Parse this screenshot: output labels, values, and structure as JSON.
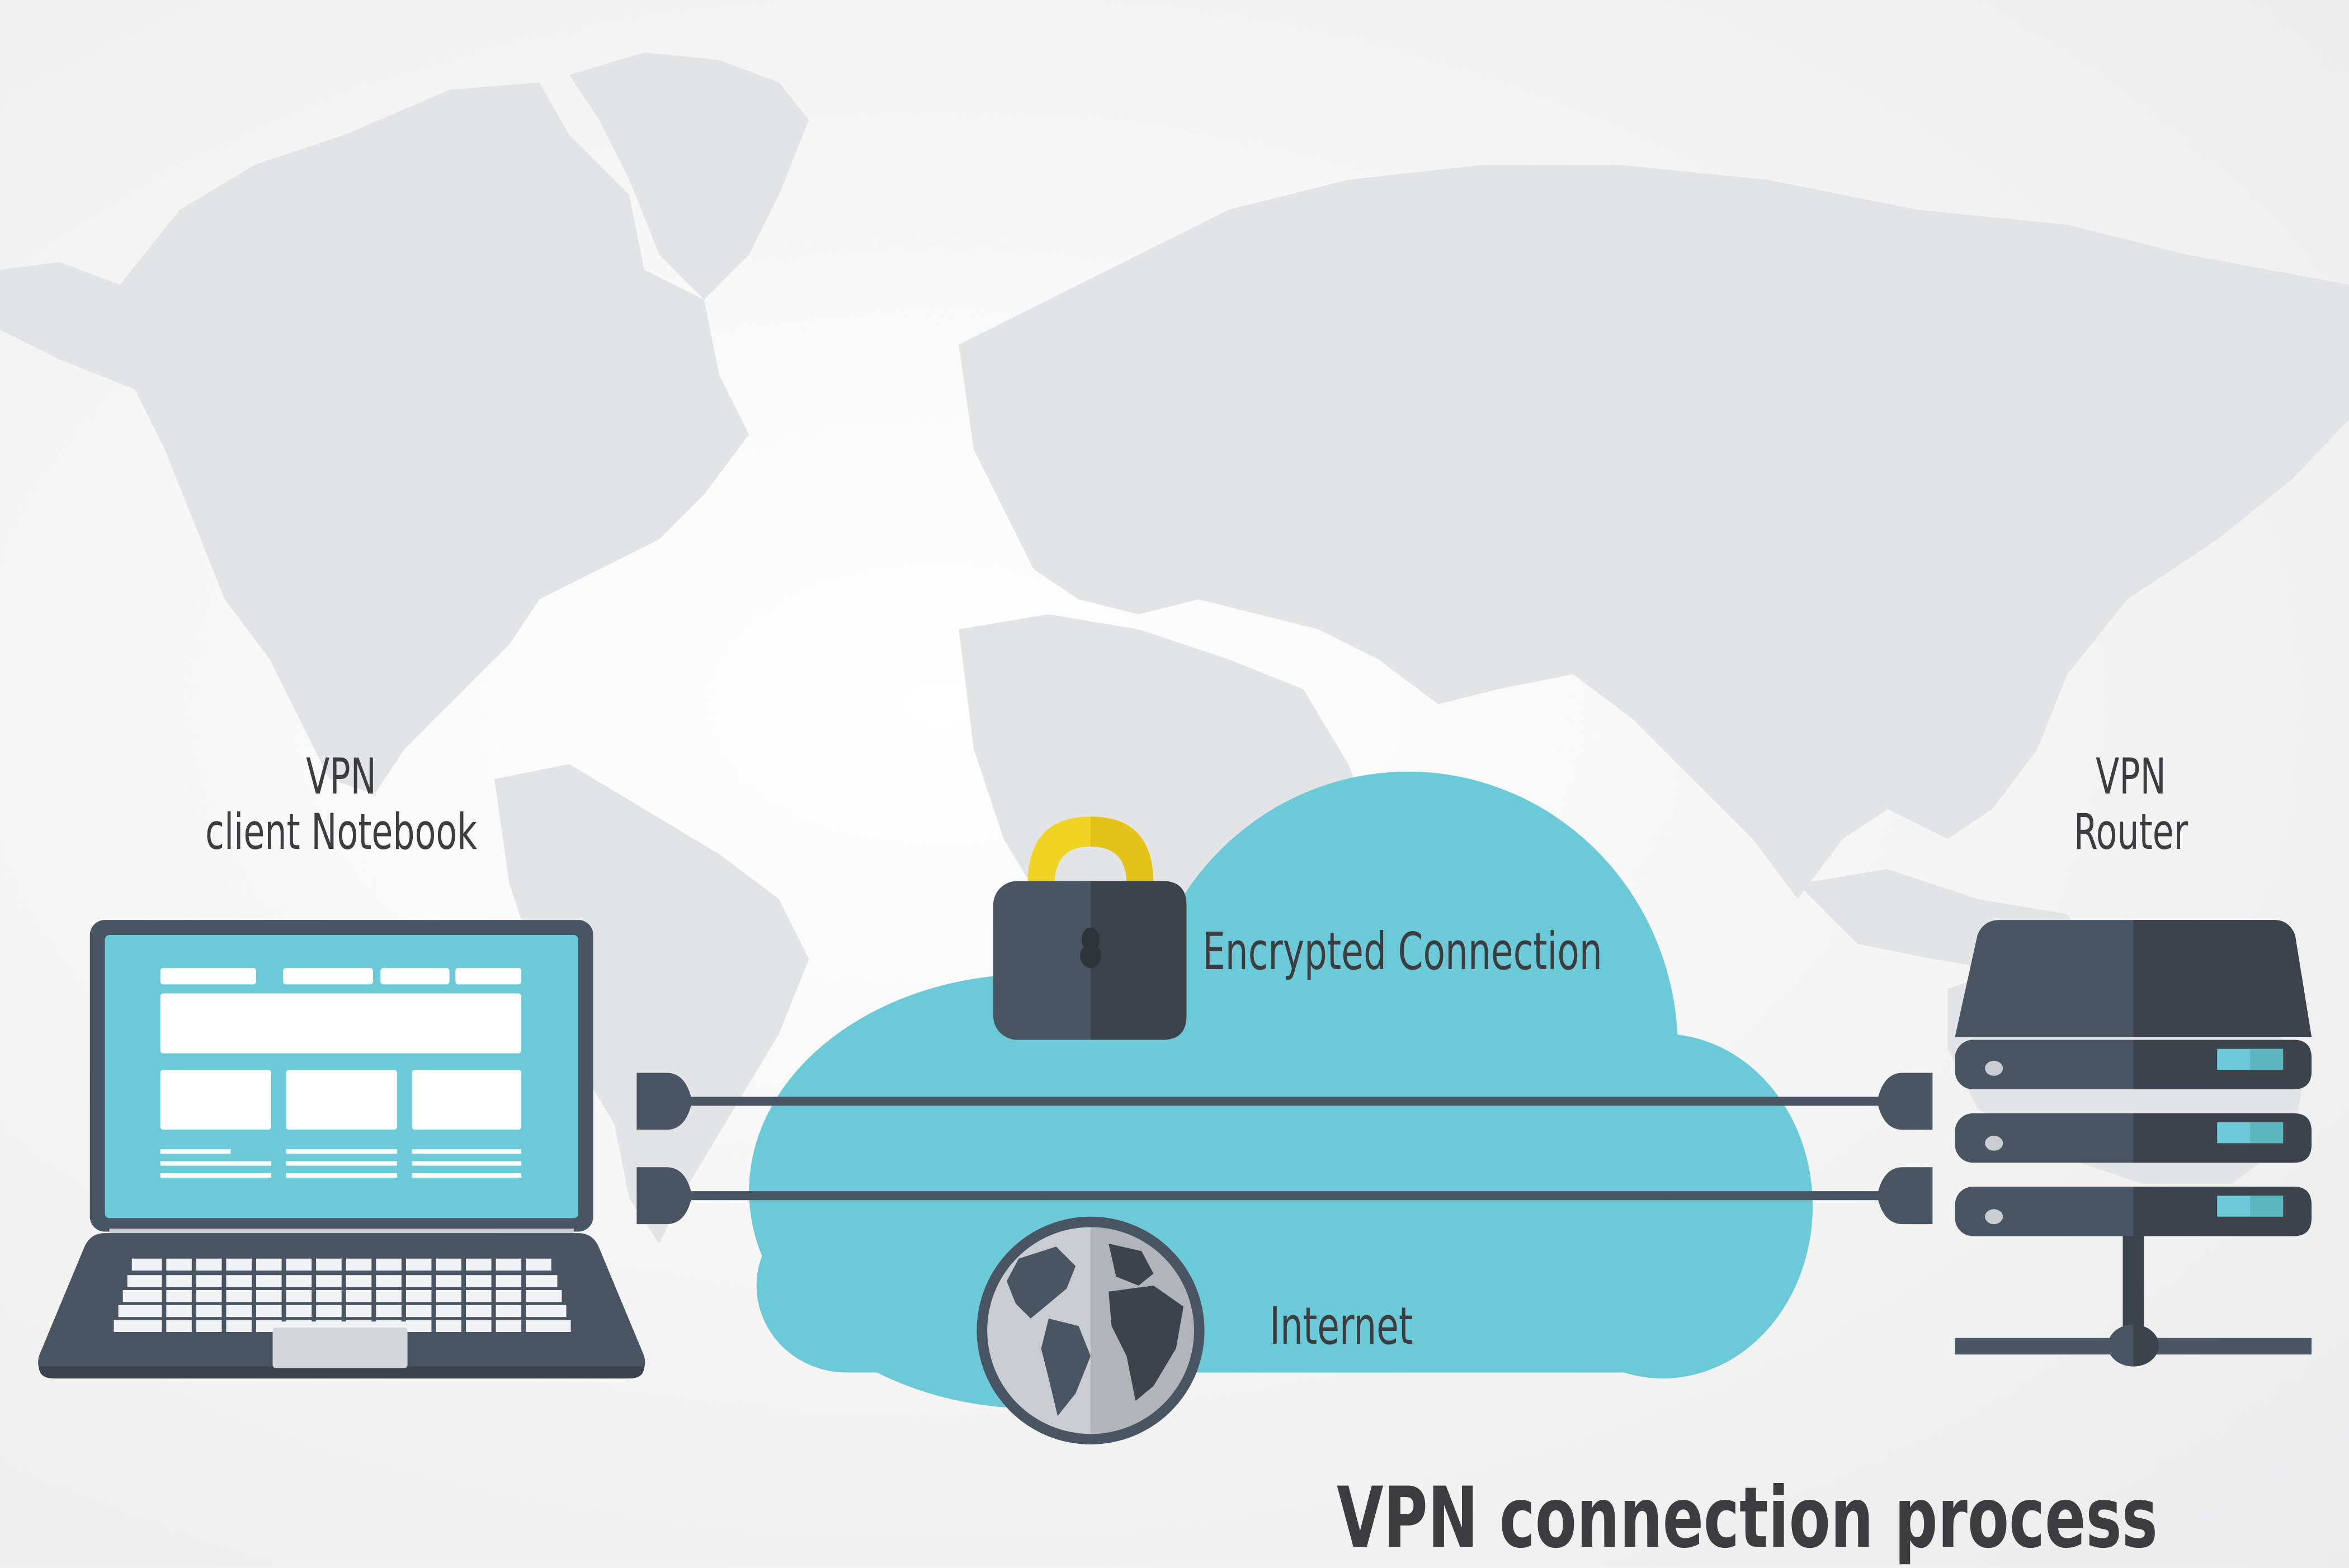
{
  "diagram": {
    "title": "VPN connection process",
    "nodes": {
      "client": {
        "line1": "VPN",
        "line2": "client Notebook"
      },
      "router": {
        "line1": "VPN",
        "line2": "Router"
      },
      "encrypted": {
        "label": "Encrypted Connection"
      },
      "internet": {
        "label": "Internet"
      }
    },
    "connections": [
      {
        "from": "client",
        "to": "router",
        "via": "cloud",
        "cable": 1
      },
      {
        "from": "client",
        "to": "router",
        "via": "cloud",
        "cable": 2
      }
    ],
    "icons": {
      "background": "world-map-icon",
      "cloud": "cloud-icon",
      "lock": "padlock-icon",
      "globe": "globe-icon",
      "laptop": "laptop-icon",
      "router": "server-stack-icon"
    },
    "colors": {
      "background": "#f4f4f4",
      "map": "#e3e4e5",
      "cloud": "#6bc9d8",
      "device_dark": "#3d434d",
      "device_mid": "#4a5563",
      "lock_shackle": "#f0d323",
      "screen": "#6bc9d8",
      "led": "#6bc9d8",
      "text": "#3d3d3f"
    }
  }
}
